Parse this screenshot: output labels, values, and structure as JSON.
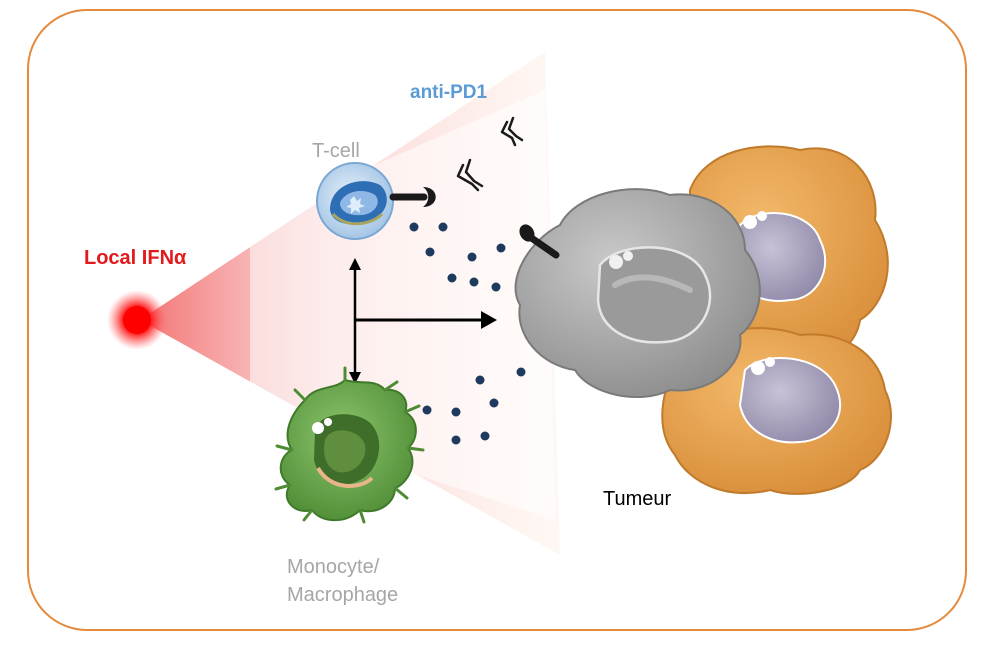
{
  "labels": {
    "ifn": "Local IFNα",
    "anti_pd1": "anti-PD1",
    "tcell": "T-cell",
    "tumeur": "Tumeur",
    "monocyte_line1": "Monocyte/",
    "monocyte_line2": "Macrophage"
  },
  "colors": {
    "frame": "#e48a3c",
    "ifn": "#e31a1c",
    "anti_pd1": "#5b9bd5",
    "cell_label": "#a6a6a6",
    "tumor_gray": "#a9a9a9",
    "tumor_orange": "#e8a552",
    "monocyte": "#6aa84f",
    "tcell": "#a9c8e8",
    "dots": "#1f3a5f"
  },
  "icons": [
    "ifn-source-icon",
    "antibody-icon",
    "pd1-receptor-icon",
    "pdl1-ligand-icon"
  ]
}
